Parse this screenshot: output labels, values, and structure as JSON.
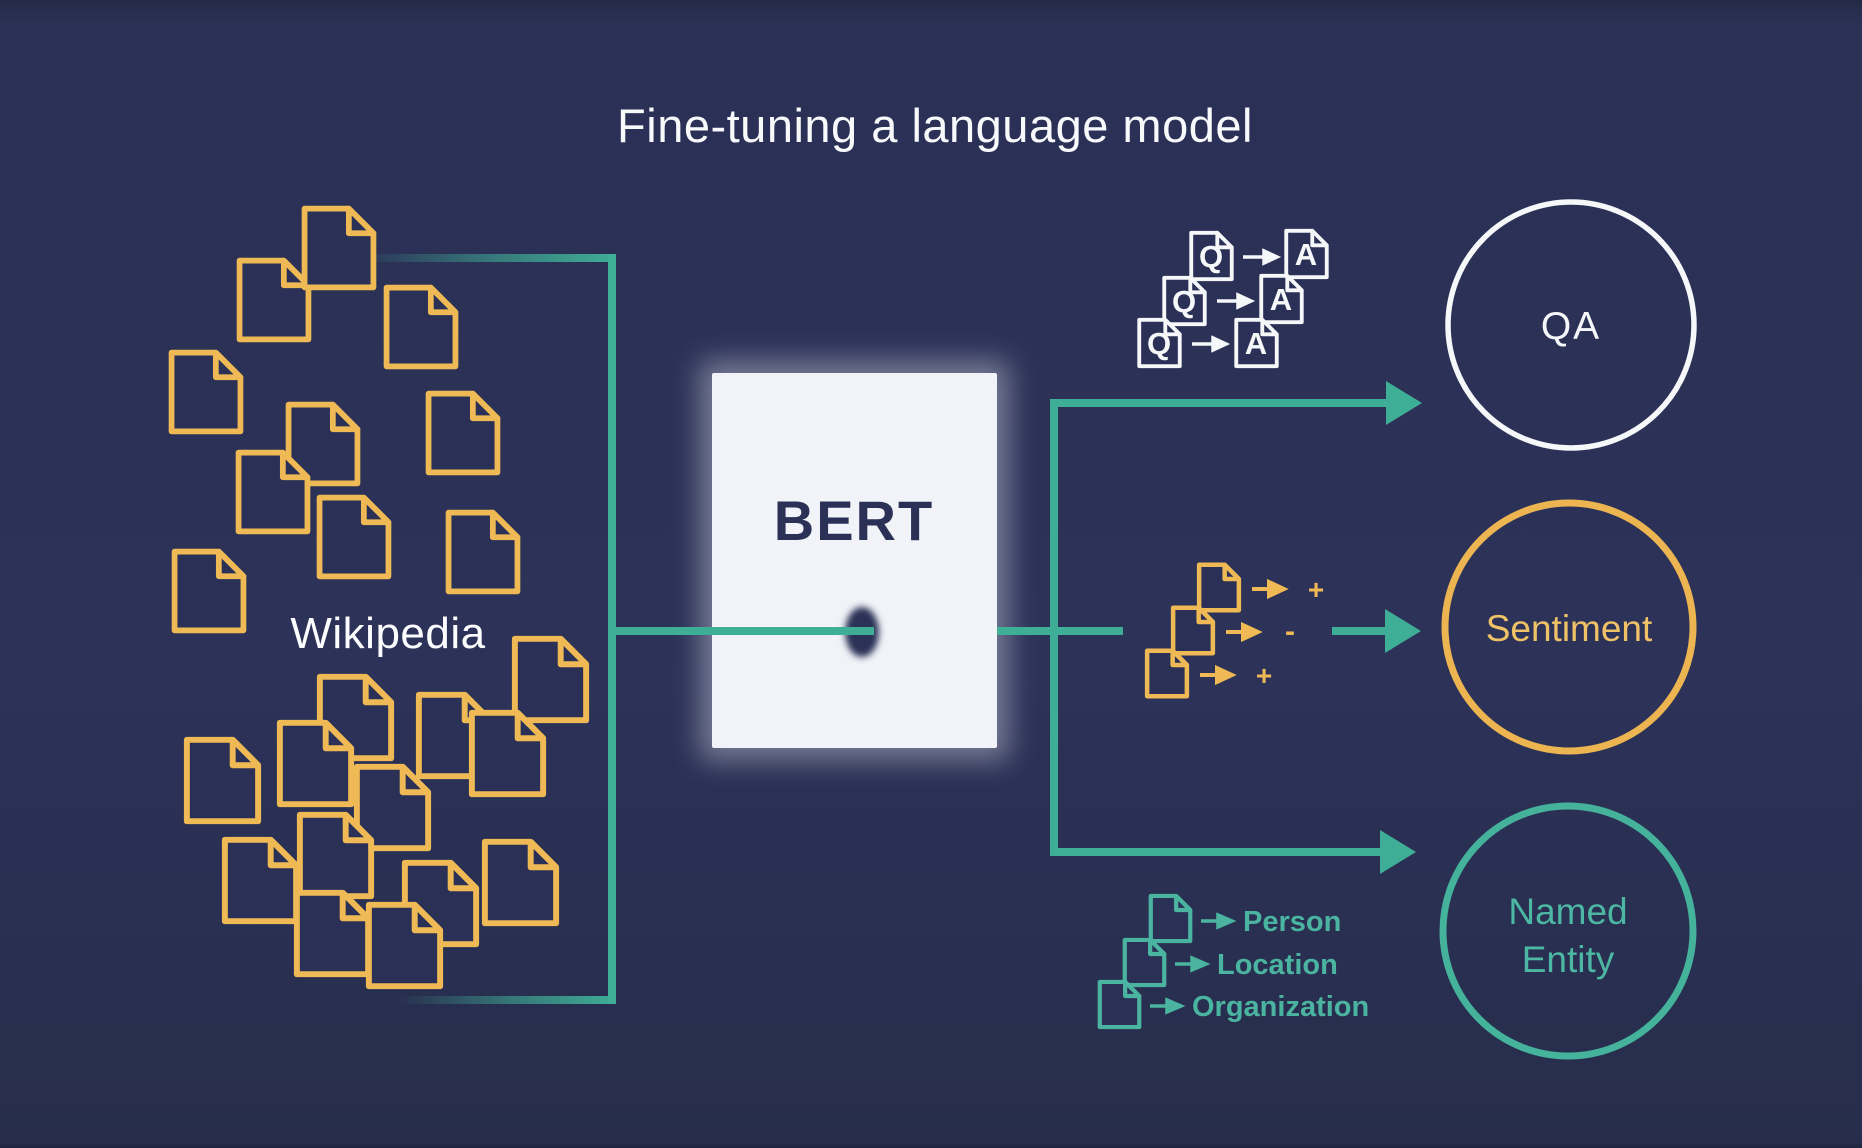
{
  "title": "Fine-tuning a language model",
  "source": {
    "label": "Wikipedia",
    "icon": "document-icon",
    "document_count_upper_cluster": 10,
    "document_count_lower_cluster": 13
  },
  "model": {
    "label": "BERT"
  },
  "tasks": {
    "qa": {
      "label": "QA",
      "question_doc_letter": "Q",
      "answer_doc_letter": "A"
    },
    "sentiment": {
      "label": "Sentiment",
      "examples": [
        "+",
        "-",
        "+"
      ]
    },
    "named_entity": {
      "label_lines": [
        "Named",
        "Entity"
      ],
      "entities": [
        "Person",
        "Location",
        "Organization"
      ]
    }
  },
  "icons": {
    "document": "document-icon",
    "arrow": "arrow-right-icon"
  },
  "colors": {
    "background": "#2b3156",
    "document_yellow": "#efba55",
    "connector_teal": "#3fae96",
    "entity_teal": "#4ab4a0",
    "white": "#f5f7f9",
    "model_box": "#f1f3f8",
    "model_text_navy": "#2b3156",
    "sentiment_circle": "#ecb552"
  }
}
